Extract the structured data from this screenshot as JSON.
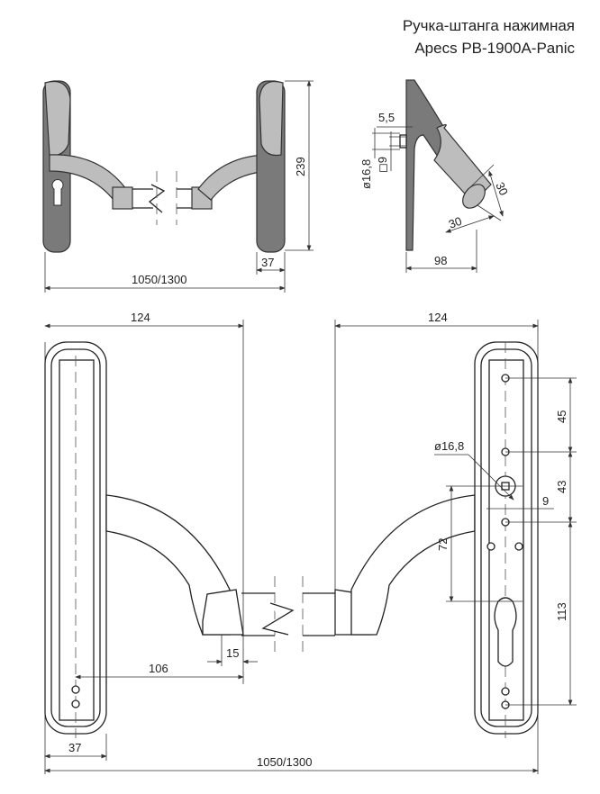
{
  "title": {
    "line1": "Ручка-штанга нажимная",
    "line2": "Apecs PB-1900A-Panic"
  },
  "front_view": {
    "height": "239",
    "plate_width": "37",
    "length": "1050/1300"
  },
  "side_view": {
    "offset": "5,5",
    "spindle_hole": "ø16,8",
    "spindle_square": "◻9",
    "bar_d1": "30",
    "bar_d2": "30",
    "depth": "98"
  },
  "detail_view": {
    "left_span": "124",
    "right_span": "124",
    "handle_reach": "106",
    "bar_gap": "15",
    "plate_width": "37",
    "hole_spacing_top": "45",
    "hole_spacing_mid": "43",
    "hole_spacing_bottom": "113",
    "handle_offset": "72",
    "spindle_hole": "ø16,8",
    "spindle_square": "9",
    "length": "1050/1300"
  }
}
